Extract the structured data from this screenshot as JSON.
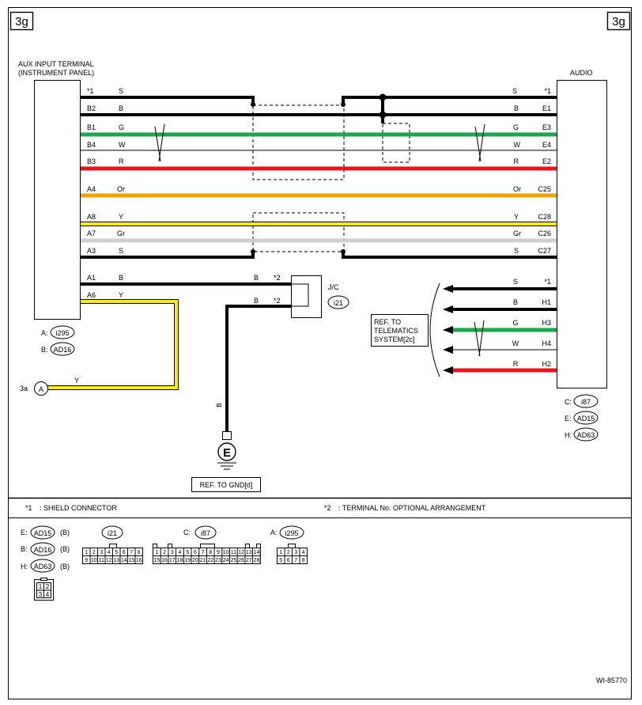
{
  "page": {
    "label_left": "3g",
    "label_right": "3g",
    "figure_id": "WI-85770"
  },
  "colors": {
    "black": "#000000",
    "green": "#1aa64a",
    "red": "#e8141b",
    "orange": "#f2a100",
    "yellow": "#ffee00",
    "gray": "#cfcfcf",
    "white_wire": "#000000"
  },
  "aux": {
    "title_line1": "AUX INPUT TERMINAL",
    "title_line2": "(INSTRUMENT PANEL)",
    "conn_a_prefix": "A:",
    "conn_a": "i295",
    "conn_b_prefix": "B:",
    "conn_b": "AD16"
  },
  "audio": {
    "title": "AUDIO",
    "conn_c_prefix": "C:",
    "conn_c": "i87",
    "conn_e_prefix": "E:",
    "conn_e": "AD15",
    "conn_h_prefix": "H:",
    "conn_h": "AD63"
  },
  "wires": [
    {
      "left_pin": "*1",
      "left_color": "S",
      "right_color": "S",
      "right_pin": "*1",
      "stroke": "black"
    },
    {
      "left_pin": "B2",
      "left_color": "B",
      "right_color": "B",
      "right_pin": "E1",
      "stroke": "black"
    },
    {
      "left_pin": "B1",
      "left_color": "G",
      "right_color": "G",
      "right_pin": "E3",
      "stroke": "green"
    },
    {
      "left_pin": "B4",
      "left_color": "W",
      "right_color": "W",
      "right_pin": "E4",
      "stroke": "white_wire"
    },
    {
      "left_pin": "B3",
      "left_color": "R",
      "right_color": "R",
      "right_pin": "E2",
      "stroke": "red"
    },
    {
      "left_pin": "A4",
      "left_color": "Or",
      "right_color": "Or",
      "right_pin": "C25",
      "stroke": "orange"
    },
    {
      "left_pin": "A8",
      "left_color": "Y",
      "right_color": "Y",
      "right_pin": "C28",
      "stroke": "yellow"
    },
    {
      "left_pin": "A7",
      "left_color": "Gr",
      "right_color": "Gr",
      "right_pin": "C26",
      "stroke": "gray"
    },
    {
      "left_pin": "A3",
      "left_color": "S",
      "right_color": "S",
      "right_pin": "C27",
      "stroke": "black"
    }
  ],
  "lower_left": [
    {
      "pin": "A1",
      "color": "B"
    },
    {
      "pin": "A6",
      "color": "Y"
    }
  ],
  "telematics_wires": [
    {
      "color": "S",
      "pin": "*1",
      "stroke": "black"
    },
    {
      "color": "B",
      "pin": "H1",
      "stroke": "black"
    },
    {
      "color": "G",
      "pin": "H3",
      "stroke": "green"
    },
    {
      "color": "W",
      "pin": "H4",
      "stroke": "white_wire"
    },
    {
      "color": "R",
      "pin": "H2",
      "stroke": "red"
    }
  ],
  "jc": {
    "label": "J/C",
    "connector": "i21",
    "in1_color": "B",
    "in1_mark": "*2",
    "in2_color": "B",
    "in2_mark": "*2"
  },
  "ground": {
    "wire_color": "B",
    "symbol": "E",
    "ref": "REF. TO GND[d]"
  },
  "offpage": {
    "prefix": "3a",
    "letter": "A",
    "wire_color": "Y"
  },
  "telematics_ref": {
    "line1": "REF. TO",
    "line2": "TELEMATICS",
    "line3": "SYSTEM[2c]"
  },
  "notes": {
    "n1_mark": "*1",
    "n1_text": ": SHIELD CONNECTOR",
    "n2_mark": "*2",
    "n2_text": ": TERMINAL No. OPTIONAL ARRANGEMENT"
  },
  "legend": {
    "e_prefix": "E:",
    "e_conn": "AD15",
    "e_suffix": "(B)",
    "b_prefix": "B:",
    "b_conn": "AD16",
    "b_suffix": "(B)",
    "h_prefix": "H:",
    "h_conn": "AD63",
    "h_suffix": "(B)",
    "small_pins": [
      "1",
      "2",
      "3",
      "4"
    ],
    "i21_conn": "i21",
    "i21_top": [
      "1",
      "2",
      "3",
      "4",
      "5",
      "6",
      "7",
      "8"
    ],
    "i21_bottom": [
      "9",
      "10",
      "11",
      "12",
      "13",
      "14",
      "15",
      "16"
    ],
    "i87_prefix": "C:",
    "i87_conn": "i87",
    "i87_top": [
      "1",
      "2",
      "3",
      "4",
      "5",
      "6",
      "7",
      "8",
      "9",
      "10",
      "11",
      "12",
      "13",
      "14"
    ],
    "i87_bottom": [
      "15",
      "16",
      "17",
      "18",
      "19",
      "20",
      "21",
      "22",
      "23",
      "24",
      "25",
      "26",
      "27",
      "28"
    ],
    "i295_prefix": "A:",
    "i295_conn": "i295",
    "i295_top": [
      "1",
      "2",
      "3",
      "4"
    ],
    "i295_bottom": [
      "5",
      "6",
      "7",
      "8"
    ]
  }
}
